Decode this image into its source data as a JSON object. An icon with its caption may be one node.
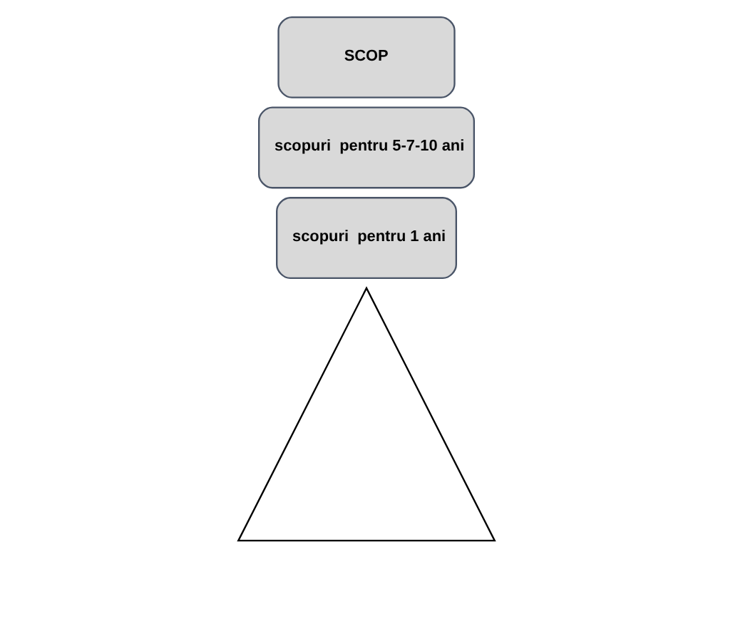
{
  "diagram": {
    "nodes": [
      {
        "text": [],
        "shape": "triangle"
      },
      {
        "text": [
          "SCOP"
        ]
      },
      {
        "text": [
          "scopuri  pentru 5-7-10 ani"
        ]
      },
      {
        "text": [
          "scopuri  pentru 1 ani"
        ]
      }
    ]
  }
}
